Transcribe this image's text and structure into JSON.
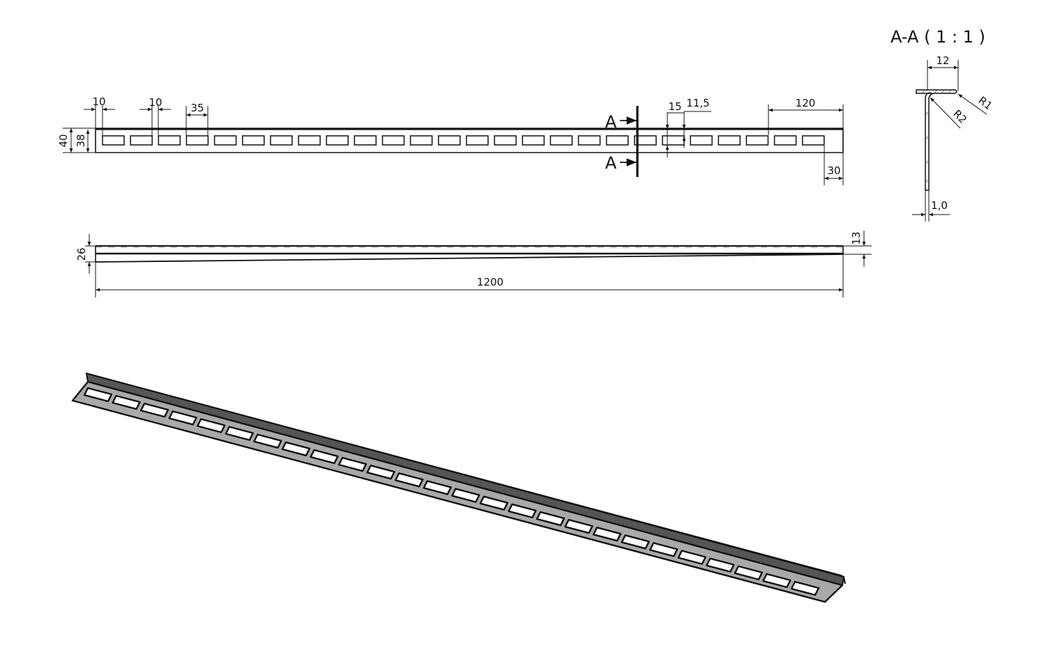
{
  "drawing": {
    "type": "technical drawing — perforated angle profile",
    "views": [
      "top view",
      "side view",
      "section A-A",
      "isometric view"
    ]
  },
  "section": {
    "label": "A-A ( 1 : 1 )",
    "marker_letter": "A",
    "dims": {
      "flange_width": "12",
      "outer_radius": "R1",
      "inner_radius": "R2",
      "thickness": "1,0"
    }
  },
  "top_view": {
    "slot_count": 26,
    "dims": {
      "first_slot_offset": "10",
      "slot_gap": "10",
      "slot_length": "35",
      "overall_height": "40",
      "inner_height": "38",
      "slot_height": "15",
      "slot_edge_offset": "11,5",
      "end_distance": "120",
      "end_margin": "30"
    }
  },
  "side_view": {
    "dims": {
      "height": "26",
      "end_height": "13",
      "length": "1200"
    }
  },
  "iso_view": {
    "slot_count": 26,
    "colors": {
      "face": "#a9a9a9",
      "flange": "#555555",
      "outline": "#111111"
    }
  }
}
